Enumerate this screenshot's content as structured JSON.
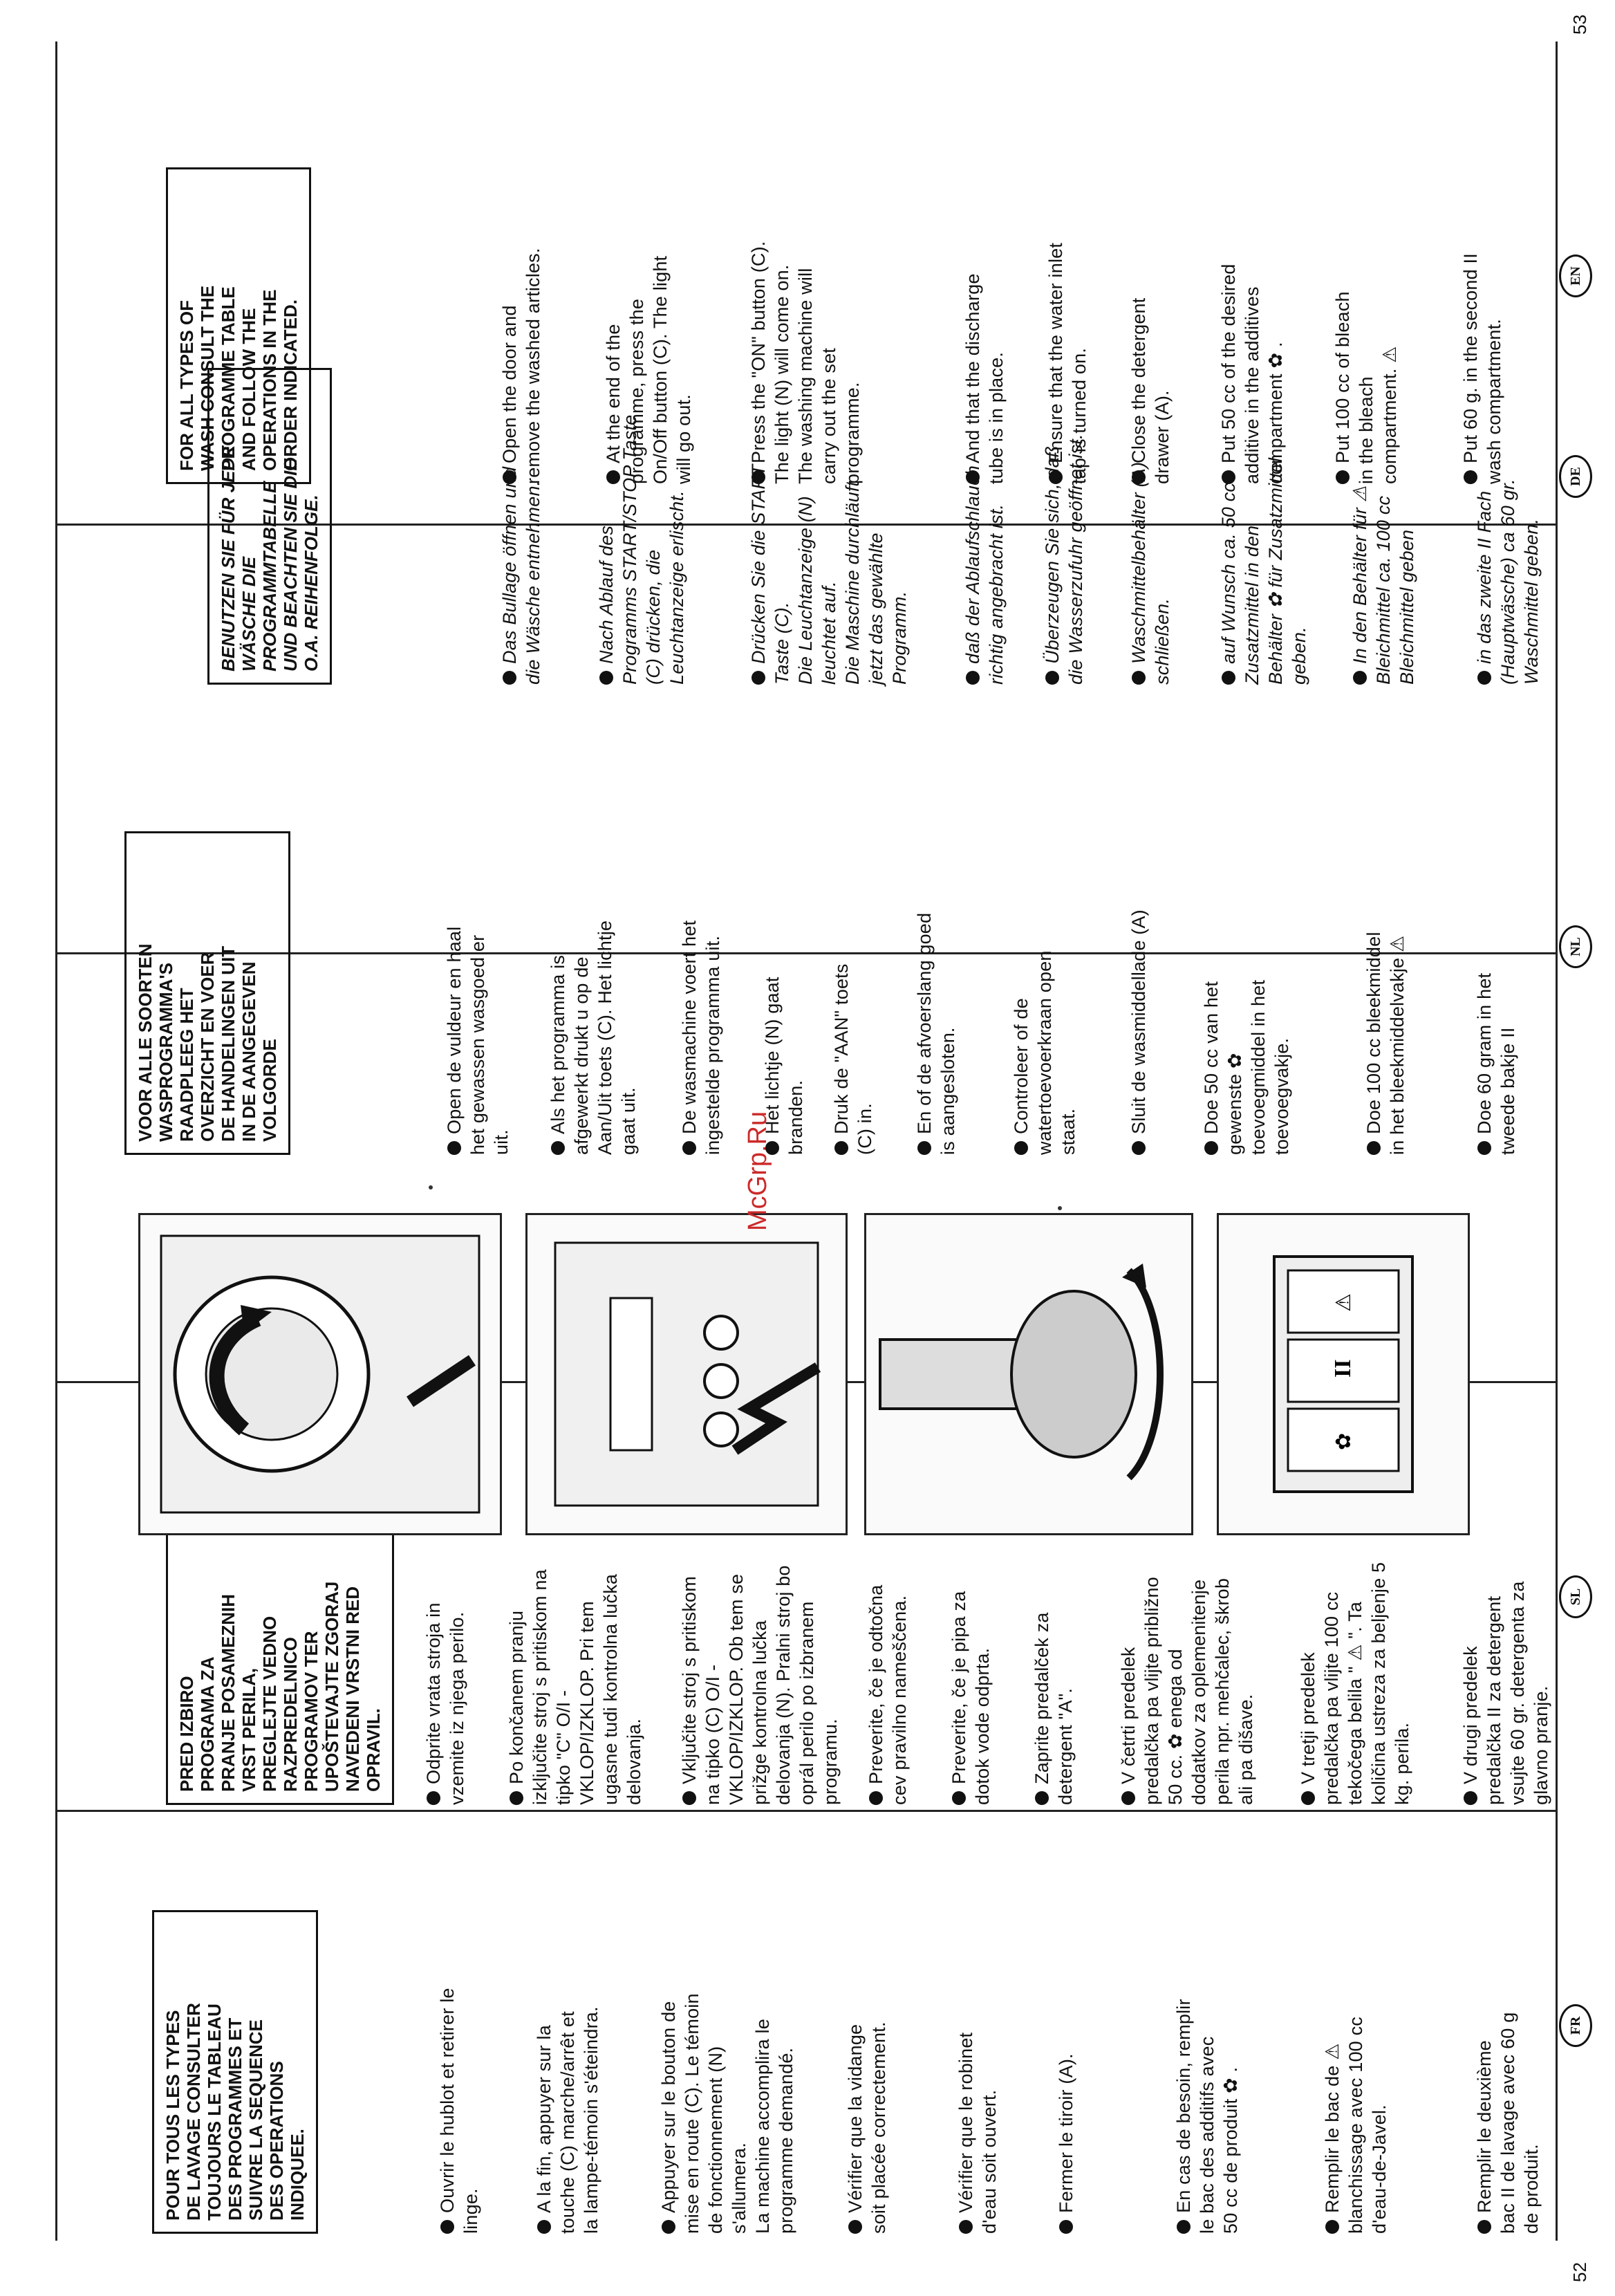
{
  "page_numbers": {
    "left": "52",
    "right": "53"
  },
  "watermark": "McGrp.Ru",
  "sections": {
    "fr": {
      "badge": "FR",
      "items": [
        {
          "text": "Remplir le deuxième\nbac II de lavage avec 60 g\nde produit."
        },
        {
          "text": "Remplir le bac de ⚠\nblanchissage avec 100 cc\nd'eau-de-Javel."
        },
        {
          "text": "En cas de besoin, remplir\nle bac des additifs avec\n50 cc de produit ✿ ."
        },
        {
          "text": "Fermer le tiroir (A)."
        },
        {
          "text": "Vérifier que le robinet\nd'eau soit ouvert."
        },
        {
          "text": "Vérifier que la vidange\nsoit placée correctement."
        },
        {
          "text": "Appuyer sur le bouton de\nmise en route (C). Le témoin\nde fonctionnement (N)\ns'allumera.\nLa machine accomplira le\nprogramme demandé."
        },
        {
          "text": "A la fin, appuyer sur la\ntouche (C) marche/arrêt et\nla lampe-témoin s'éteindra."
        },
        {
          "text": "Ouvrir le hublot et retirer le\nlinge."
        }
      ],
      "notice": "POUR TOUS LES TYPES\nDE LAVAGE CONSULTER\nTOUJOURS LE TABLEAU\nDES PROGRAMMES ET\nSUIVRE LA SEQUENCE\nDES OPERATIONS\nINDIQUEE."
    },
    "sl": {
      "badge": "SL",
      "items": [
        {
          "text": "V drugi predelek\npredalčka II za detergent\nvsujte 60 gr. detergenta za\nglavno pranje."
        },
        {
          "text": "V tretji predelek\npredalčka pa vlijte 100 cc\ntekočega belila \" ⚠ \". Ta\nkoličina ustreza za beljenje 5\nkg. perila."
        },
        {
          "text": "V četrti predelek\npredalčka pa vlijte približno\n50 cc. ✿ enega od\ndodatkov za oplemenitenje\nperila npr. mehčalec, škrob\nali pa dišave."
        },
        {
          "text": "Zaprite predalček za\ndetergent \"A\"."
        },
        {
          "text": "Preverite, če je pipa za\ndotok vode odprta."
        },
        {
          "text": "Preverite, če je odtočna\ncev pravilno nameščena."
        },
        {
          "text": "Vključite stroj s pritiskom\nna tipko (C) O/I -\nVKLOP/IZKLOP. Ob tem se\nprižge kontrolna lučka\ndelovanja (N). Pralni stroj bo\noprál perilo po izbranem\nprogramu."
        },
        {
          "text": "Po končanem pranju\nizključite stroj s pritiskom na\ntipko \"C\" O/I -\nVKLOP/IZKLOP. Pri tem\nugasne tudi kontrolna lučka\ndelovanja."
        },
        {
          "text": "Odprite vrata stroja in\nvzemite iz njega perilo."
        }
      ],
      "notice": "PRED IZBIRO\nPROGRAMA ZA\nPRANJE POSAMEZNIH\nVRST PERILA,\nPREGLEJTE VEDNO\nRAZPREDELNICO\nPROGRAMOV TER\nUPOŠTEVAJTE ZGORAJ\nNAVEDENI VRSTNI RED\nOPRAVIL."
    },
    "nl": {
      "badge": "NL",
      "items": [
        {
          "text": "Doe 60 gram  in het\ntweede bakje II"
        },
        {
          "text": "Doe 100 cc bleekmiddel\nin het bleekmiddelvakje ⚠"
        },
        {
          "text": "Doe 50 cc van het\ngewenste ✿\ntoevoegmiddel  in het\ntoevoegvakje."
        },
        {
          "text": "Sluit de wasmiddellade (A)"
        },
        {
          "text": "Controleer of de\nwatertoevoerkraan open\nstaat."
        },
        {
          "text": "En of de afvoerslang goed\nis aangesloten."
        },
        {
          "text": "Druk de \"AAN\" toets\n(C) in."
        },
        {
          "text": "Het lichtje (N) gaat\nbranden."
        },
        {
          "text": "De wasmachine voert het\ningestelde programma uit."
        },
        {
          "text": "Als het programma is\nafgewerkt drukt u op de\nAan/Uit toets (C). Het lichtje\ngaat uit."
        },
        {
          "text": "Open de vuldeur en haal\nhet gewassen wasgoed er\nuit."
        }
      ],
      "notice": "VOOR ALLE SOORTEN\nWASPROGRAMMA'S\nRAADPLEEG HET\nOVERZICHT EN VOER\nDE HANDELINGEN UIT\nIN DE AANGEGEVEN\nVOLGORDE"
    },
    "de": {
      "badge": "DE",
      "items": [
        {
          "text": "in das zweite II Fach\n(Hauptwäsche) ca 60 gr.\nWaschmittel geben."
        },
        {
          "text": "In den Behälter für ⚠\nBleichmittel ca. 100 cc\nBleichmittel geben"
        },
        {
          "text": "auf Wunsch ca. 50 cc\nZusatzmittel in den\nBehälter ✿ für Zusatzmittel\ngeben."
        },
        {
          "text": "Waschmittelbehälter (A)\nschließen."
        },
        {
          "text": "Überzeugen Sie sich, daß\ndie Wasserzufuhr geöffnet ist."
        },
        {
          "text": "daß der Ablaufschlauch\nrichtig angebracht ist."
        },
        {
          "text": "Drücken Sie die START\nTaste (C).\nDie Leuchtanzeige (N)\nleuchtet auf.\nDie Maschine durchläuft\njetzt das gewählte\nProgramm."
        },
        {
          "text": "Nach Ablauf des\nProgramms START/STOP Taste\n(C) drücken, die\nLeuchtanzeige erlischt."
        },
        {
          "text": "Das Bullage öffnen und\ndie Wäsche entnehmen."
        }
      ],
      "notice": "BENUTZEN SIE FÜR JEDE\nWÄSCHE DIE\nPROGRAMMTABELLE\nUND BEACHTEN SIE DIE\nO.A. REIHENFOLGE."
    },
    "en": {
      "badge": "EN",
      "items": [
        {
          "text": "Put 60 g. in the second II\nwash compartment."
        },
        {
          "text": "Put 100 cc of bleach\nin the bleach\ncompartment. ⚠"
        },
        {
          "text": "Put 50 cc of the desired\nadditive in the additives\ncompartment ✿ ."
        },
        {
          "text": "Close the detergent\ndrawer (A)."
        },
        {
          "text": "Ensure that the water inlet\ntap is turned on."
        },
        {
          "text": "And that the discharge\ntube is in place."
        },
        {
          "text": "Press the \"ON\" button (C).\nThe light (N) will come on.\nThe washing machine will\ncarry out the set\nprogramme."
        },
        {
          "text": "At the end of the\nprogramme, press the\nOn/Off button (C). The light\nwill go out."
        },
        {
          "text": "Open the door and\nremove the washed articles."
        }
      ],
      "notice": "FOR ALL TYPES OF\nWASH CONSULT THE\nPROGRAMME TABLE\nAND FOLLOW THE\nOPERATIONS IN THE\nORDER INDICATED."
    }
  },
  "illustrations": {
    "drawer_label_2": "II",
    "drawer_label_3": "⚠",
    "drawer_label_4": "✿"
  }
}
